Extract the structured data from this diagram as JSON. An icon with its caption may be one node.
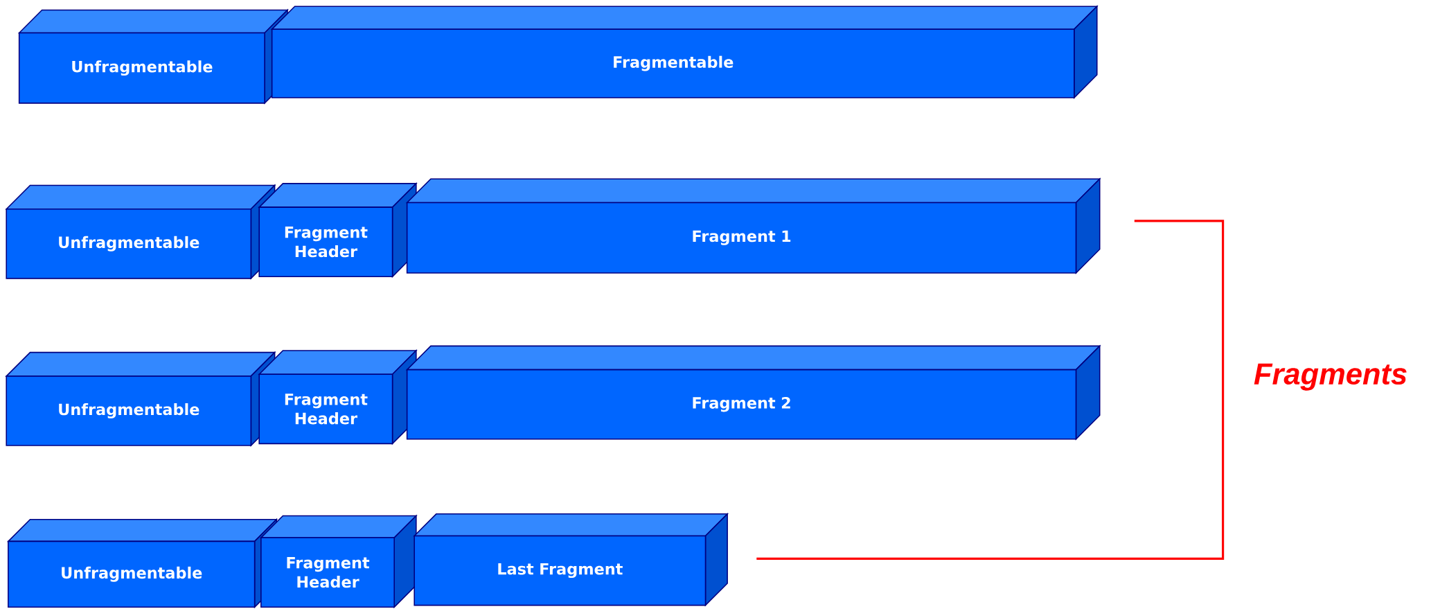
{
  "diagram": {
    "nodes": [
      {
        "text": [
          "Unfragmentable"
        ]
      },
      {
        "text": [
          "Fragmentable"
        ]
      },
      {
        "text": [
          "Unfragmentable"
        ]
      },
      {
        "text": [
          "Fragment Header"
        ]
      },
      {
        "text": [
          "Fragment 1"
        ]
      },
      {
        "text": [
          "Unfragmentable"
        ]
      },
      {
        "text": [
          "Fragment Header"
        ]
      },
      {
        "text": [
          "Fragment 2"
        ]
      },
      {
        "text": [
          "Unfragmentable"
        ]
      },
      {
        "text": [
          "Fragment Header"
        ]
      },
      {
        "text": [
          "Last Fragment"
        ]
      }
    ],
    "labels": [
      "Fragments"
    ]
  }
}
